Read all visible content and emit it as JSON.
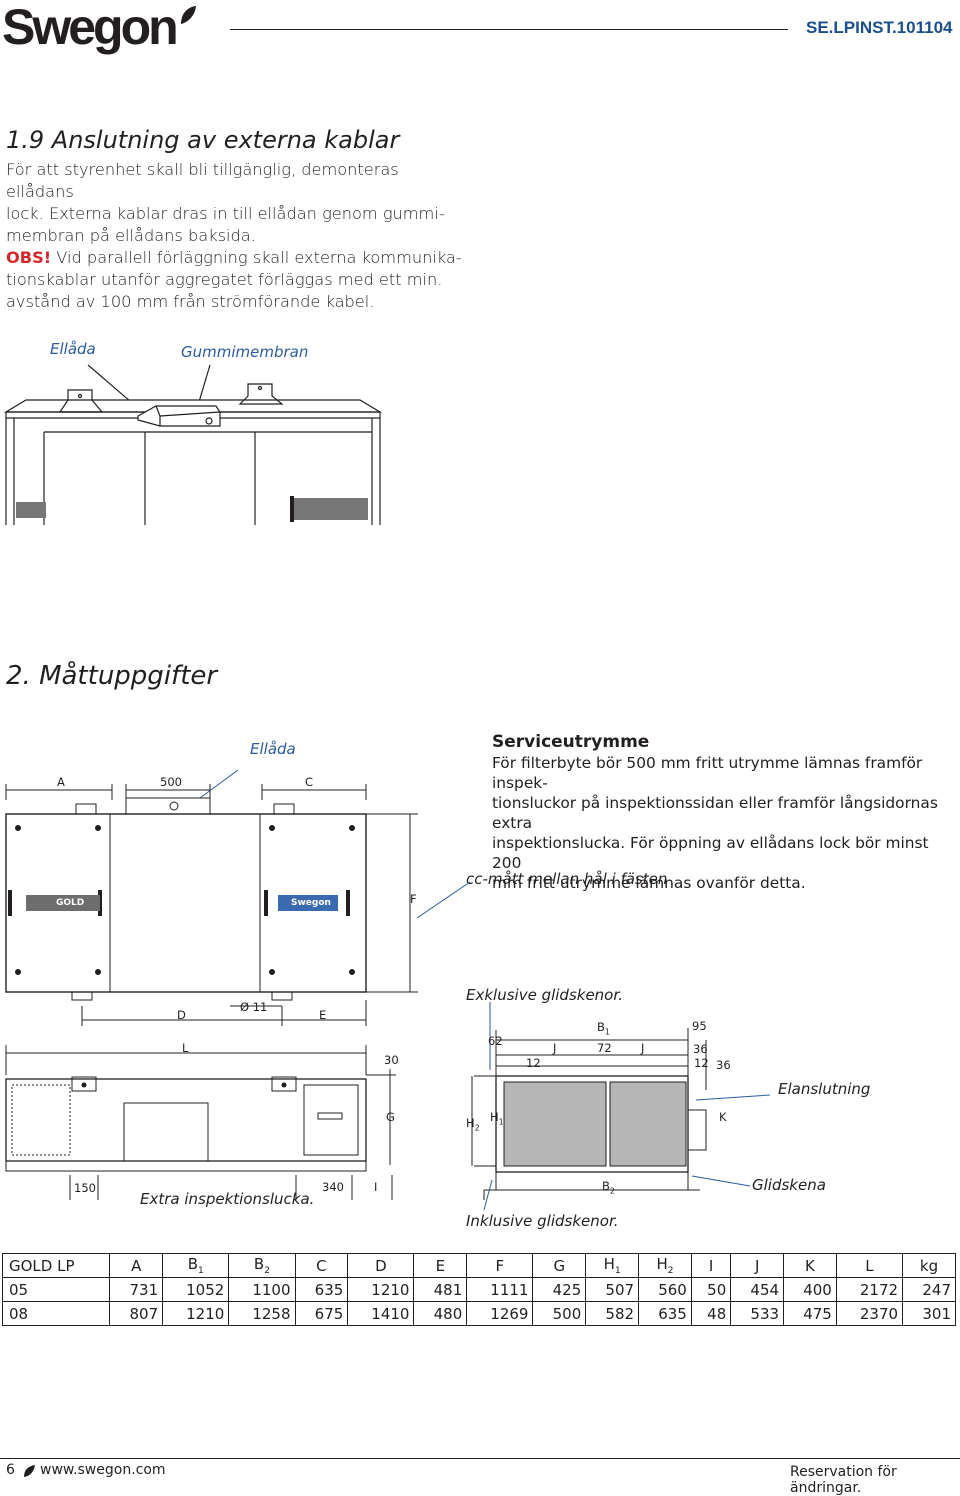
{
  "header": {
    "logo": "Swegon",
    "doc_code": "SE.LPINST.101104"
  },
  "section1": {
    "title": "1.9 Anslutning av externa kablar",
    "para1_lines": [
      "För att styrenhet skall bli tillgänglig, demonteras ellådans",
      "lock. Externa kablar dras in till ellådan genom gummi-",
      "membran på ellådans baksida."
    ],
    "obs_label": "OBS!",
    "para2_first": " Vid parallell förläggning skall externa kommunika-",
    "para2_lines": [
      "tionskablar utanför aggregatet förläggas med ett min.",
      "avstånd av 100 mm från strömförande kabel."
    ],
    "fig_labels": {
      "ellada": "Ellåda",
      "gummimembran": "Gummimembran"
    }
  },
  "section2": {
    "title": "2. Måttuppgifter",
    "service_title": "Serviceutrymme",
    "service_lines": [
      "För filterbyte bör 500 mm fritt utrymme lämnas framför inspek-",
      "tionsluckor på inspektionssidan eller framför långsidornas extra",
      "inspektionslucka. För öppning av ellådans lock bör minst 200",
      "mm fritt utrymme lämnas ovanför detta."
    ],
    "labels": {
      "ellada": "Ellåda",
      "cc": "cc-mått mellan hål i fästen",
      "exkl": "Exklusive glidskenor.",
      "elanslutning": "Elanslutning",
      "glidskena": "Glidskena",
      "inkl": "Inklusive glidskenor.",
      "extra": "Extra inspektionslucka."
    },
    "dims": {
      "A": "A",
      "d500": "500",
      "C": "C",
      "F": "F",
      "D": "D",
      "phi": "Ø 11",
      "E": "E",
      "L": "L",
      "d30": "30",
      "G": "G",
      "d150": "150",
      "d340": "340",
      "I": "I",
      "d62": "62",
      "B1": "B",
      "B1sub": "1",
      "d95": "95",
      "J1": "J",
      "d72": "72",
      "J2": "J",
      "d12a": "12",
      "d36a": "36",
      "d12b": "12",
      "d36b": "36",
      "H2": "H",
      "H2sub": "2",
      "H1": "H",
      "H1sub": "1",
      "K": "K",
      "B2": "B",
      "B2sub": "2"
    },
    "panel_badges": {
      "gold": "GOLD",
      "swegon": "Swegon"
    }
  },
  "table": {
    "headers": [
      "GOLD LP",
      "A",
      "B1",
      "B2",
      "C",
      "D",
      "E",
      "F",
      "G",
      "H1",
      "H2",
      "I",
      "J",
      "K",
      "L",
      "kg"
    ],
    "rows": [
      [
        "05",
        "731",
        "1052",
        "1100",
        "635",
        "1210",
        "481",
        "1111",
        "425",
        "507",
        "560",
        "50",
        "454",
        "400",
        "2172",
        "247"
      ],
      [
        "08",
        "807",
        "1210",
        "1258",
        "675",
        "1410",
        "480",
        "1269",
        "500",
        "582",
        "635",
        "48",
        "533",
        "475",
        "2370",
        "301"
      ]
    ]
  },
  "footer": {
    "page": "6",
    "web": "www.swegon.com",
    "reservation": "Reservation för ändringar."
  }
}
